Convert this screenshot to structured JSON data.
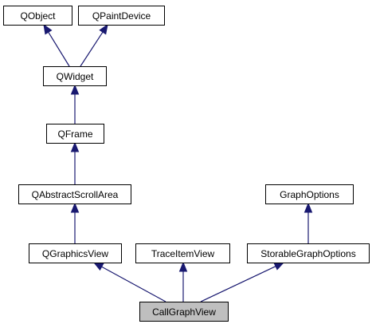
{
  "diagram": {
    "type": "class-inheritance-graph",
    "colors": {
      "edge": "#191970",
      "box_border": "#000000",
      "box_fill": "#ffffff",
      "highlight_fill": "#bfbfbf",
      "text": "#000000"
    },
    "nodes": [
      {
        "id": "qobject",
        "label": "QObject",
        "highlight": false
      },
      {
        "id": "qpaintdevice",
        "label": "QPaintDevice",
        "highlight": false
      },
      {
        "id": "qwidget",
        "label": "QWidget",
        "highlight": false
      },
      {
        "id": "qframe",
        "label": "QFrame",
        "highlight": false
      },
      {
        "id": "qabstractscrollarea",
        "label": "QAbstractScrollArea",
        "highlight": false
      },
      {
        "id": "graphoptions",
        "label": "GraphOptions",
        "highlight": false
      },
      {
        "id": "qgraphicsview",
        "label": "QGraphicsView",
        "highlight": false
      },
      {
        "id": "traceitemview",
        "label": "TraceItemView",
        "highlight": false
      },
      {
        "id": "storablegraphoptions",
        "label": "StorableGraphOptions",
        "highlight": false
      },
      {
        "id": "callgraphview",
        "label": "CallGraphView",
        "highlight": true
      }
    ],
    "edges": [
      {
        "from": "qwidget",
        "to": "qobject"
      },
      {
        "from": "qwidget",
        "to": "qpaintdevice"
      },
      {
        "from": "qframe",
        "to": "qwidget"
      },
      {
        "from": "qabstractscrollarea",
        "to": "qframe"
      },
      {
        "from": "qgraphicsview",
        "to": "qabstractscrollarea"
      },
      {
        "from": "storablegraphoptions",
        "to": "graphoptions"
      },
      {
        "from": "callgraphview",
        "to": "qgraphicsview"
      },
      {
        "from": "callgraphview",
        "to": "traceitemview"
      },
      {
        "from": "callgraphview",
        "to": "storablegraphoptions"
      }
    ]
  }
}
